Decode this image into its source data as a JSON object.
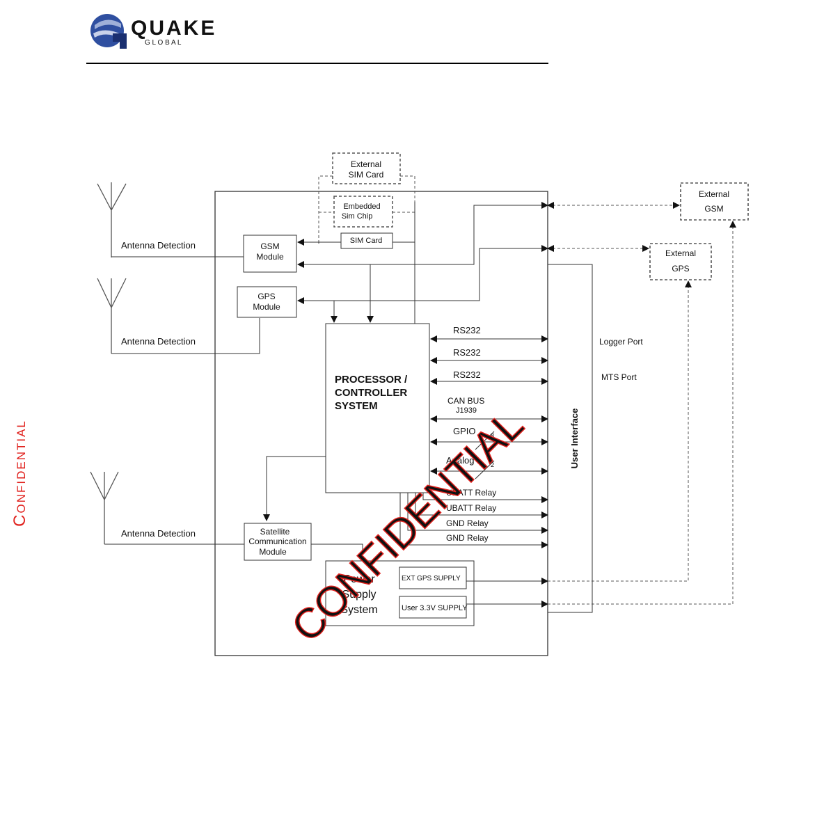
{
  "logo": {
    "word": "QUAKE",
    "sub": "G L O B A L"
  },
  "side_stamp": "Confidential",
  "watermark": "CONFIDENTIAL",
  "diagram": {
    "external_sim": [
      "External",
      "SIM Card"
    ],
    "embedded_sim": [
      "Embedded",
      "Sim Chip"
    ],
    "sim_card": "SIM Card",
    "gsm_module": [
      "GSM",
      "Module"
    ],
    "gps_module": [
      "GPS",
      "Module"
    ],
    "external_gsm": [
      "External",
      "GSM"
    ],
    "external_gps": [
      "External",
      "GPS"
    ],
    "antenna_detection_1": "Antenna Detection",
    "antenna_detection_2": "Antenna Detection",
    "antenna_detection_3": "Antenna Detection",
    "processor": [
      "PROCESSOR /",
      "CONTROLLER",
      "SYSTEM"
    ],
    "satellite": [
      "Satellite",
      "Communication",
      "Module"
    ],
    "power": [
      "Power",
      "Supply",
      "System"
    ],
    "ext_gps_supply": "EXT GPS SUPPLY",
    "user_supply": "User 3.3V SUPPLY",
    "rs232_1": "RS232",
    "rs232_2": "RS232",
    "rs232_3": "RS232",
    "can_bus": "CAN BUS",
    "j1939": "J1939",
    "gpio": "GPIO",
    "gpio_count": "8",
    "analog": "Analog",
    "analog_count": "2",
    "ubatt_relay_1": "UBATT Relay",
    "ubatt_relay_2": "UBATT Relay",
    "gnd_relay_1": "GND Relay",
    "gnd_relay_2": "GND Relay",
    "logger_port": "Logger Port",
    "mts_port": "MTS Port",
    "user_interface": "User Interface"
  }
}
